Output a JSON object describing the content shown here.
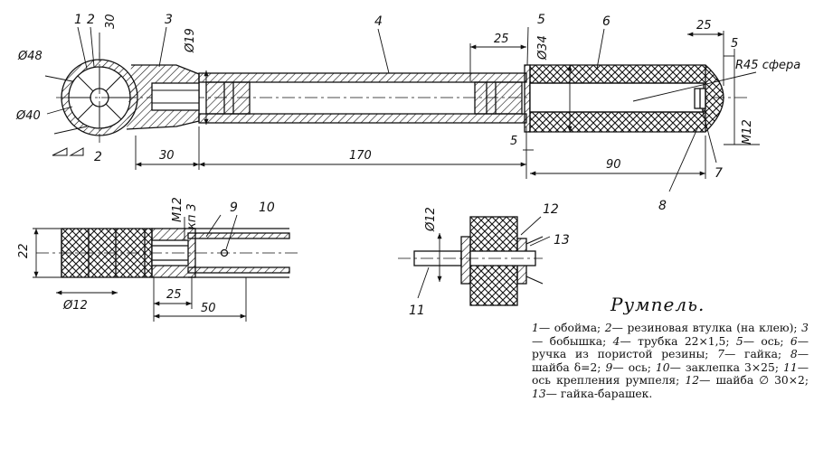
{
  "title": "Румпель.",
  "dimensions": {
    "d48": "Ø48",
    "d40": "Ø40",
    "d19": "Ø19",
    "d34": "Ø34",
    "d12": "Ø12",
    "d12b": "Ø12",
    "v22": "22",
    "v30_top": "30",
    "v25_a": "25",
    "v25_b": "25",
    "v5_a": "5",
    "v5_b": "5",
    "sphere": "R45 сфера",
    "m12_a": "M12",
    "m12_b": "M12",
    "kp3": "кп 3",
    "h30": "30",
    "h170": "170",
    "h90": "90",
    "h25": "25",
    "h50": "50"
  },
  "callouts": [
    "1",
    "2",
    "3",
    "4",
    "5",
    "6",
    "7",
    "8",
    "9",
    "10",
    "11",
    "12",
    "13",
    "2"
  ],
  "legend": [
    {
      "n": "1",
      "t": "— обойма;"
    },
    {
      "n": "2",
      "t": "— резиновая втулка (на клею);"
    },
    {
      "n": "3",
      "t": "— бобышка;"
    },
    {
      "n": "4",
      "t": "— трубка 22×1,5;"
    },
    {
      "n": "5",
      "t": "— ось;"
    },
    {
      "n": "6",
      "t": "— ручка из пористой резины;"
    },
    {
      "n": "7",
      "t": "— гайка;"
    },
    {
      "n": "8",
      "t": "— шайба δ=2;"
    },
    {
      "n": "9",
      "t": "— ось;"
    },
    {
      "n": "10",
      "t": "— заклепка 3×25;"
    },
    {
      "n": "11",
      "t": "— ось крепления румпеля;"
    },
    {
      "n": "12",
      "t": "— шайба ∅ 30×2;"
    },
    {
      "n": "13",
      "t": "— гайка-барашек."
    }
  ]
}
